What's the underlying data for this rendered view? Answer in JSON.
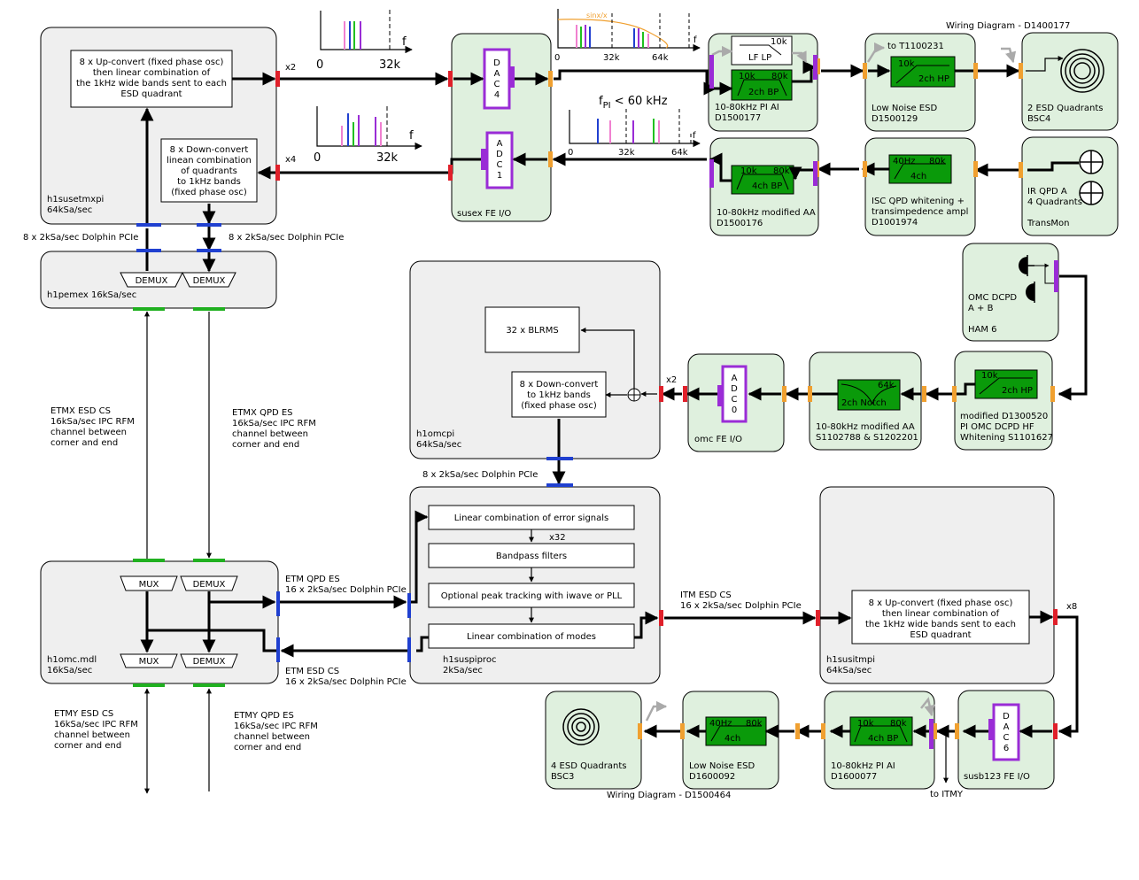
{
  "wiring_top": "Wiring Diagram - D1400177",
  "wiring_bottom": "Wiring Diagram - D1500464",
  "spectrum1": {
    "t0": "0",
    "t1": "32k",
    "f": "f"
  },
  "spectrum2": {
    "t0": "0",
    "t1": "32k",
    "f": "f"
  },
  "spectrum3": {
    "sinx": "sinx/x",
    "t0": "0",
    "t1": "32k",
    "t2": "64k",
    "f": "f"
  },
  "spectrum4": {
    "title_f": "f",
    "title_sub": "PI",
    "title_rest": " < 60 kHz",
    "t0": "0",
    "t1": "32k",
    "t2": "64k",
    "f": "f"
  },
  "h1susetmxpi": {
    "up_text": [
      "8 x Up-convert (fixed phase osc)",
      "then linear combination of",
      "the 1kHz wide bands sent to each",
      "ESD quadrant"
    ],
    "down_text": [
      "8 x Down-convert",
      "linean combination",
      "of quadrants",
      "to 1kHz bands",
      "(fixed phase osc)"
    ],
    "name": "h1susetmxpi",
    "rate": "64kSa/sec",
    "x2": "x2",
    "x4": "x4"
  },
  "dolphin_left": "8 x 2kSa/sec Dolphin PCIe",
  "dolphin_right": "8 x 2kSa/sec Dolphin PCIe",
  "h1pemex": {
    "demux1": "DEMUX",
    "demux2": "DEMUX",
    "name": "h1pemex 16kSa/sec"
  },
  "etmx_esd": [
    "ETMX ESD CS",
    "16kSa/sec IPC RFM",
    "channel between",
    "corner and end"
  ],
  "etmx_qpd": [
    "ETMX QPD ES",
    "16kSa/sec IPC RFM",
    "channel between",
    "corner and end"
  ],
  "h1omc": {
    "mux1": "MUX",
    "demux1": "DEMUX",
    "mux2": "MUX",
    "demux2": "DEMUX",
    "name": "h1omc.mdl",
    "rate": "16kSa/sec"
  },
  "etmy_esd": [
    "ETMY ESD CS",
    "16kSa/sec IPC RFM",
    "channel between",
    "corner and end"
  ],
  "etmy_qpd": [
    "ETMY QPD ES",
    "16kSa/sec IPC RFM",
    "channel between",
    "corner and end"
  ],
  "susex": {
    "dac": [
      "D",
      "A",
      "C",
      "4"
    ],
    "adc": [
      "A",
      "D",
      "C",
      "1"
    ],
    "name": "susex FE I/O"
  },
  "pi_ai": {
    "lp": "LF LP",
    "lp_k": "10k",
    "bp_lo": "10k",
    "bp_hi": "80k",
    "bp": "2ch BP",
    "name": "10-80kHz PI AI",
    "doc": "D1500177"
  },
  "low_noise_esd_top": {
    "to": "to T1100231",
    "hp_k": "10k",
    "hp": "2ch HP",
    "name": "Low Noise ESD",
    "doc": "D1500129"
  },
  "esd_quadrants_top": {
    "name": "2 ESD Quadrants",
    "sub": "BSC4"
  },
  "mod_aa": {
    "bp_lo": "10k",
    "bp_hi": "80k",
    "bp": "4ch BP",
    "name": "10-80kHz modified AA",
    "doc": "D1500176"
  },
  "isc_qpd": {
    "lo": "40Hz",
    "hi": "80k",
    "ch": "4ch",
    "name": "ISC QPD whitening +",
    "name2": "transimpedence ampl",
    "doc": "D1001974"
  },
  "ir_qpd": {
    "name": "IR QPD A",
    "sub": "4 Quadrants",
    "sub2": "TransMon"
  },
  "omc_dcpd": {
    "name": "OMC DCPD",
    "sub": "A + B",
    "sub2": "HAM 6"
  },
  "h1omcpi": {
    "blrms": "32 x BLRMS",
    "down": [
      "8 x Down-convert",
      "to 1kHz bands",
      "(fixed phase osc)"
    ],
    "name": "h1omcpi",
    "rate": "64kSa/sec",
    "x2": "x2"
  },
  "omc_fe": {
    "adc": [
      "A",
      "D",
      "C",
      "0"
    ],
    "name": "omc FE I/O"
  },
  "notch_aa": {
    "k": "64k",
    "notch": "2ch Notch",
    "name": "10-80kHz modified AA",
    "doc": "S1102788 & S1202201"
  },
  "omc_whiten": {
    "k": "10k",
    "hp": "2ch HP",
    "name": "modified D1300520",
    "name2": "PI OMC DCPD HF",
    "name3": "Whitening S1101627"
  },
  "dolphin_mid": "8 x 2kSa/sec Dolphin PCIe",
  "h1suspiproc": {
    "steps": [
      "Linear combination of error signals",
      "Bandpass filters",
      "Optional peak tracking with iwave or PLL",
      "Linear combination of modes"
    ],
    "x32": "x32",
    "name": "h1suspiproc",
    "rate": "2kSa/sec"
  },
  "etm_qpd_es": [
    "ETM QPD ES",
    "16 x 2kSa/sec Dolphin PCIe"
  ],
  "etm_esd_cs": [
    "ETM ESD CS",
    "16 x 2kSa/sec Dolphin PCIe"
  ],
  "itm_esd_cs": [
    "ITM ESD CS",
    "16 x 2kSa/sec Dolphin PCIe"
  ],
  "h1susitmpi": {
    "up": [
      "8 x Up-convert (fixed phase osc)",
      "then linear combination of",
      "the 1kHz wide bands sent to each",
      "ESD quadrant"
    ],
    "name": "h1susitmpi",
    "rate": "64kSa/sec",
    "x8": "x8"
  },
  "susb123": {
    "dac": [
      "D",
      "A",
      "C",
      "6"
    ],
    "name": "susb123 FE I/O",
    "to": "to ITMY"
  },
  "pi_ai_bottom": {
    "lo": "10k",
    "hi": "80k",
    "bp": "4ch BP",
    "name": "10-80kHz PI AI",
    "doc": "D1600077"
  },
  "low_noise_esd_bottom": {
    "lo": "40Hz",
    "hi": "80k",
    "ch": "4ch",
    "name": "Low Noise ESD",
    "doc": "D1600092"
  },
  "esd_quadrants_bottom": {
    "name": "4 ESD Quadrants",
    "sub": "BSC3"
  },
  "colors": {
    "dac_adc": "#9a2cd6",
    "red_port": "#e0202a",
    "orange_port": "#f0a030",
    "blue_port": "#2040d0",
    "green_port": "#20b020",
    "filter": "#0a9a0a",
    "box_green": "#dff0de",
    "box_gray": "#efefef"
  }
}
